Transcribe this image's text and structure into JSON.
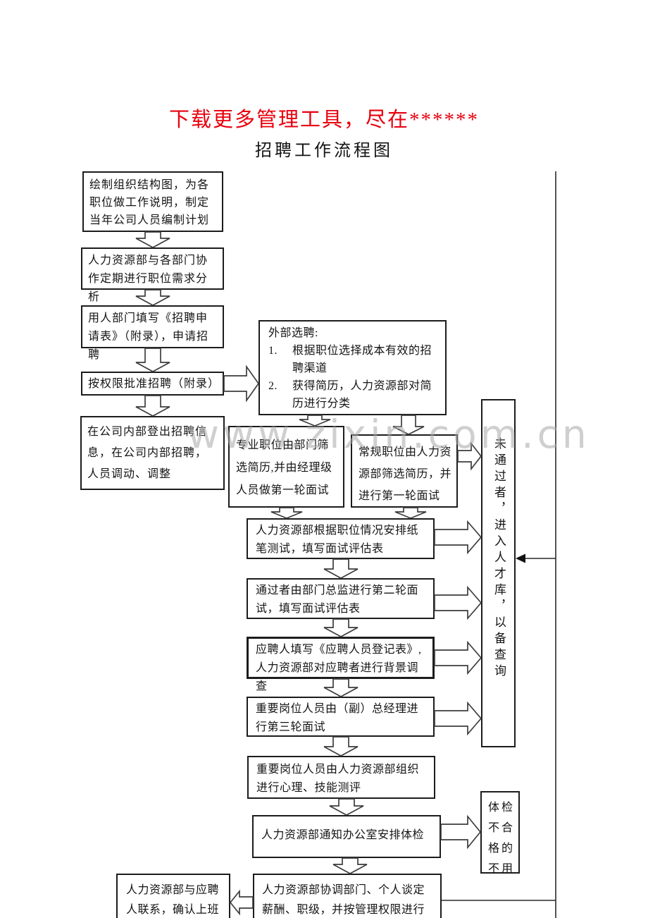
{
  "banner": {
    "text": "下载更多管理工具，尽在******",
    "color": "#e8000d"
  },
  "title": {
    "text": "招聘工作流程图"
  },
  "watermark": {
    "text": "www.zixin.com.cn"
  },
  "flowchart": {
    "nodes": {
      "plan": {
        "text": "绘制组织结构图，为各职位做工作说明，制定当年公司人员编制计划"
      },
      "demand": {
        "text": "人力资源部与各部门协作定期进行职位需求分析"
      },
      "request": {
        "text": "用人部门填写《招聘申请表》（附录），申请招聘"
      },
      "approve": {
        "text": "按权限批准招聘（附录）"
      },
      "internal": {
        "text": "在公司内部登出招聘信息，在公司内部招聘，人员调动、调整"
      },
      "external": {
        "title": "外部选聘:",
        "items": [
          {
            "num": "1.",
            "text": "根据职位选择成本有效的招聘渠道"
          },
          {
            "num": "2.",
            "text": "获得简历，人力资源部对简历进行分类"
          }
        ]
      },
      "professional": {
        "text": "专业职位由部门筛选简历,并由经理级人员做第一轮面试"
      },
      "regular": {
        "text": "常规职位由人力资源部筛选简历，并进行第一轮面试"
      },
      "written_test": {
        "text": "人力资源部根据职位情况安排纸笔测试，填写面试评估表"
      },
      "second_interview": {
        "text": "通过者由部门总监进行第二轮面试，填写面试评估表"
      },
      "registration": {
        "text": "应聘人填写《应聘人员登记表》,人力资源部对应聘者进行背景调查"
      },
      "third_interview": {
        "text": "重要岗位人员由（副）总经理进行第三轮面试"
      },
      "assessment": {
        "text": "重要岗位人员由人力资源部组织进行心理、技能测评"
      },
      "physical": {
        "text": "人力资源部通知办公室安排体检"
      },
      "talent_pool": {
        "text": "未通过者，进入人才库，以备查询"
      },
      "unqualified": {
        "text": "体检不合格的不用"
      },
      "hire": {
        "text": "人力资源部协调部门、个人谈定薪酬、职级，并按管理权限进行聘用"
      },
      "notify": {
        "text": "人力资源部与应聘人联系，确认上班时间"
      }
    },
    "edges": [
      {
        "from": "plan",
        "to": "demand",
        "type": "block-arrow-down"
      },
      {
        "from": "demand",
        "to": "request",
        "type": "block-arrow-down"
      },
      {
        "from": "request",
        "to": "approve",
        "type": "block-arrow-down"
      },
      {
        "from": "approve",
        "to": "internal",
        "type": "block-arrow-down"
      },
      {
        "from": "approve",
        "to": "external",
        "type": "block-arrow-right"
      },
      {
        "from": "external",
        "to": "professional",
        "type": "block-arrow-down"
      },
      {
        "from": "external",
        "to": "regular",
        "type": "block-arrow-down"
      },
      {
        "from": "professional",
        "to": "written_test",
        "type": "block-arrow-down"
      },
      {
        "from": "regular",
        "to": "written_test",
        "type": "block-arrow-down"
      },
      {
        "from": "regular",
        "to": "talent_pool",
        "type": "block-arrow-right"
      },
      {
        "from": "written_test",
        "to": "second_interview",
        "type": "block-arrow-down"
      },
      {
        "from": "written_test",
        "to": "talent_pool",
        "type": "block-arrow-right"
      },
      {
        "from": "second_interview",
        "to": "registration",
        "type": "block-arrow-down"
      },
      {
        "from": "second_interview",
        "to": "talent_pool",
        "type": "block-arrow-right"
      },
      {
        "from": "registration",
        "to": "third_interview",
        "type": "block-arrow-down"
      },
      {
        "from": "registration",
        "to": "talent_pool",
        "type": "block-arrow-right"
      },
      {
        "from": "third_interview",
        "to": "assessment",
        "type": "block-arrow-down"
      },
      {
        "from": "third_interview",
        "to": "talent_pool",
        "type": "block-arrow-right"
      },
      {
        "from": "assessment",
        "to": "physical",
        "type": "block-arrow-down"
      },
      {
        "from": "physical",
        "to": "unqualified",
        "type": "block-arrow-right"
      },
      {
        "from": "physical",
        "to": "hire",
        "type": "block-arrow-down"
      },
      {
        "from": "hire",
        "to": "notify",
        "type": "block-arrow-left"
      },
      {
        "from": "hire",
        "to": "talent_pool",
        "type": "feedback-line"
      }
    ]
  }
}
